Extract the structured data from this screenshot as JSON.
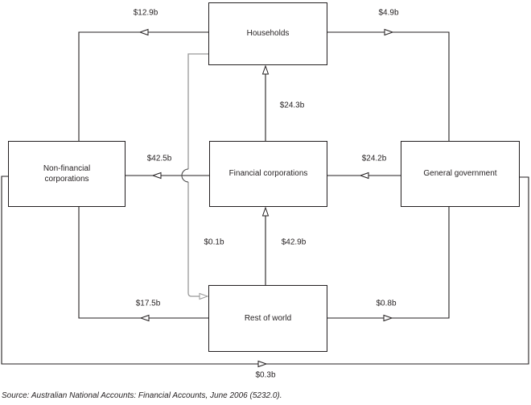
{
  "diagram": {
    "title_implicit": "Inter-sectoral financial flows",
    "nodes": [
      {
        "id": "households",
        "label": "Households"
      },
      {
        "id": "non-financial-corporations",
        "label": "Non-financial corporations"
      },
      {
        "id": "financial-corporations",
        "label": "Financial corporations"
      },
      {
        "id": "general-government",
        "label": "General government"
      },
      {
        "id": "rest-of-world",
        "label": "Rest of world"
      }
    ],
    "flows": [
      {
        "from": "Households",
        "to": "Non-financial corporations",
        "amount": "$12.9b",
        "color": "#231f20"
      },
      {
        "from": "Households",
        "to": "General government",
        "amount": "$4.9b",
        "color": "#231f20"
      },
      {
        "from": "Financial corporations",
        "to": "Households",
        "amount": "$24.3b",
        "color": "#231f20"
      },
      {
        "from": "General government",
        "to": "Financial corporations",
        "amount": "$24.2b",
        "color": "#231f20"
      },
      {
        "from": "Financial corporations",
        "to": "Non-financial corporations",
        "amount": "$42.5b",
        "color": "#231f20"
      },
      {
        "from": "Households",
        "to": "Rest of world",
        "amount": "$0.1b",
        "color": "#999999"
      },
      {
        "from": "Rest of world",
        "to": "Financial corporations",
        "amount": "$42.9b",
        "color": "#231f20"
      },
      {
        "from": "Rest of world",
        "to": "Non-financial corporations",
        "amount": "$17.5b",
        "color": "#231f20"
      },
      {
        "from": "Rest of world",
        "to": "General government",
        "amount": "$0.8b",
        "color": "#231f20"
      },
      {
        "from": "Non-financial corporations",
        "to": "General government",
        "amount": "$0.3b",
        "color": "#231f20"
      }
    ]
  },
  "source_note": "Source: Australian National Accounts: Financial Accounts, June 2006 (5232.0).",
  "colors": {
    "line": "#231f20",
    "gray_flow": "#999999",
    "background": "#ffffff"
  }
}
